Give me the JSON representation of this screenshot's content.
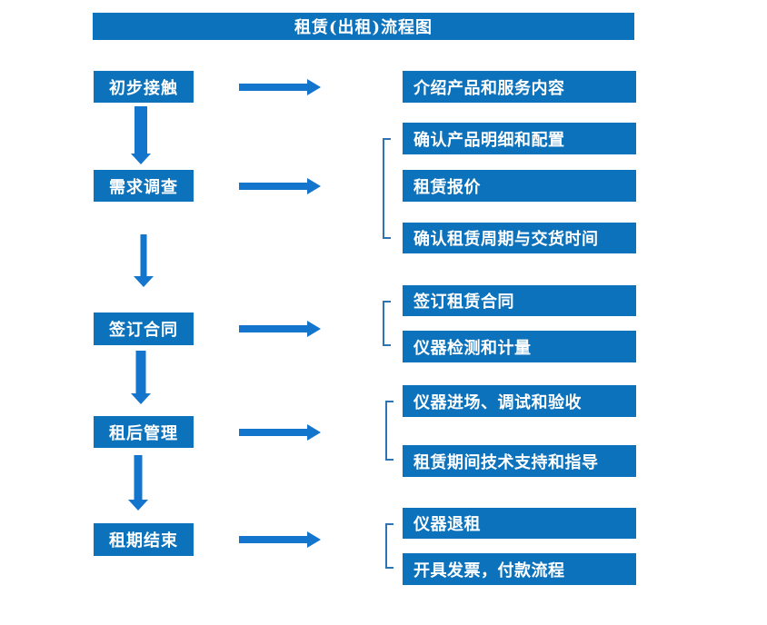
{
  "title": "租赁(出租)流程图",
  "colors": {
    "box": "#0D72BC",
    "arrow": "#1375CC",
    "bracket": "#2E74B5"
  },
  "stages": [
    {
      "label": "初步接触",
      "outputs": [
        "介绍产品和服务内容"
      ]
    },
    {
      "label": "需求调查",
      "outputs": [
        "确认产品明细和配置",
        "租赁报价",
        "确认租赁周期与交货时间"
      ]
    },
    {
      "label": "签订合同",
      "outputs": [
        "签订租赁合同",
        "仪器检测和计量"
      ]
    },
    {
      "label": "租后管理",
      "outputs": [
        "仪器进场、调试和验收",
        "租赁期间技术支持和指导"
      ]
    },
    {
      "label": "租期结束",
      "outputs": [
        "仪器退租",
        "开具发票，付款流程"
      ]
    }
  ]
}
